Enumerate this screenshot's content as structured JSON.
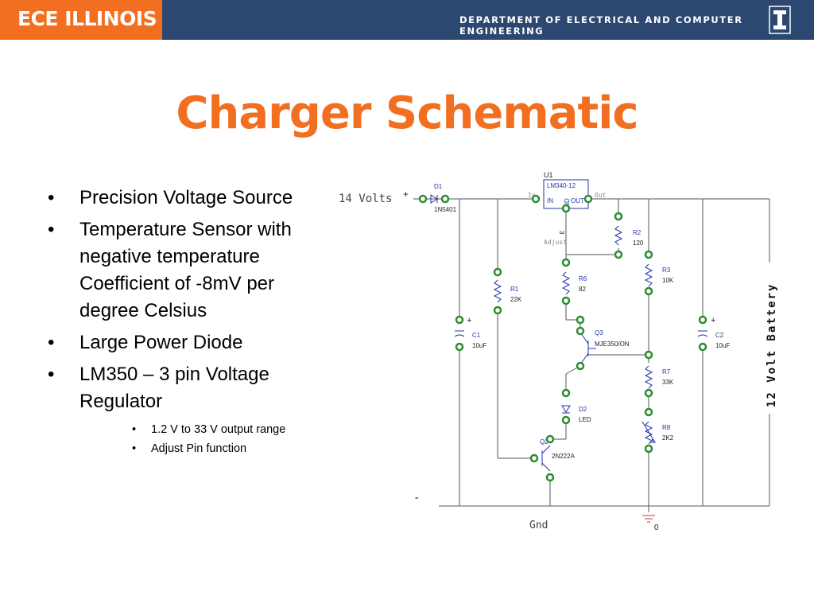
{
  "header": {
    "logo_text": "ECE ILLINOIS",
    "department": "DEPARTMENT OF ELECTRICAL AND COMPUTER ENGINEERING",
    "logo_icon": "illinois-i-icon",
    "colors": {
      "bar": "#2c4770",
      "accent": "#f26f21"
    }
  },
  "slide": {
    "title": "Charger Schematic",
    "bullets": [
      {
        "text": "Precision Voltage Source"
      },
      {
        "text": "Temperature Sensor with negative temperature Coefficient of -8mV per degree Celsius"
      },
      {
        "text": "Large Power Diode"
      },
      {
        "text": "LM350 – 3 pin Voltage Regulator"
      }
    ],
    "sub_bullets": [
      {
        "text": "1.2 V to 33 V output range"
      },
      {
        "text": "Adjust Pin function"
      }
    ]
  },
  "schematic": {
    "input_label": "14 Volts",
    "plus": "+",
    "minus": "-",
    "gnd_label": "Gnd",
    "ground_node": "0",
    "battery_label": "12 Volt Battery",
    "regulator": {
      "ref": "U1",
      "part": "LM340-12",
      "pin_in": "IN",
      "pin_out": "OUT",
      "pin_gnd": "GND",
      "pin_num": "3",
      "in_label": "In",
      "out_label": "Out",
      "adjust_label": "Adjust"
    },
    "d1": {
      "ref": "D1",
      "value": "1N5401"
    },
    "r1": {
      "ref": "R1",
      "value": "22K"
    },
    "r2": {
      "ref": "R2",
      "value": "120"
    },
    "r3": {
      "ref": "R3",
      "value": "10K"
    },
    "r6": {
      "ref": "R6",
      "value": "82"
    },
    "r7": {
      "ref": "R7",
      "value": "33K"
    },
    "r8": {
      "ref": "R8",
      "value": "2K2"
    },
    "c1": {
      "ref": "C1",
      "value": "10uF"
    },
    "c2": {
      "ref": "C2",
      "value": "10uF"
    },
    "q3": {
      "ref": "Q3",
      "value": "MJE350/ON"
    },
    "q2": {
      "ref": "Q2",
      "value": "2N222A"
    },
    "d2": {
      "ref": "D2",
      "value": "LED"
    }
  }
}
